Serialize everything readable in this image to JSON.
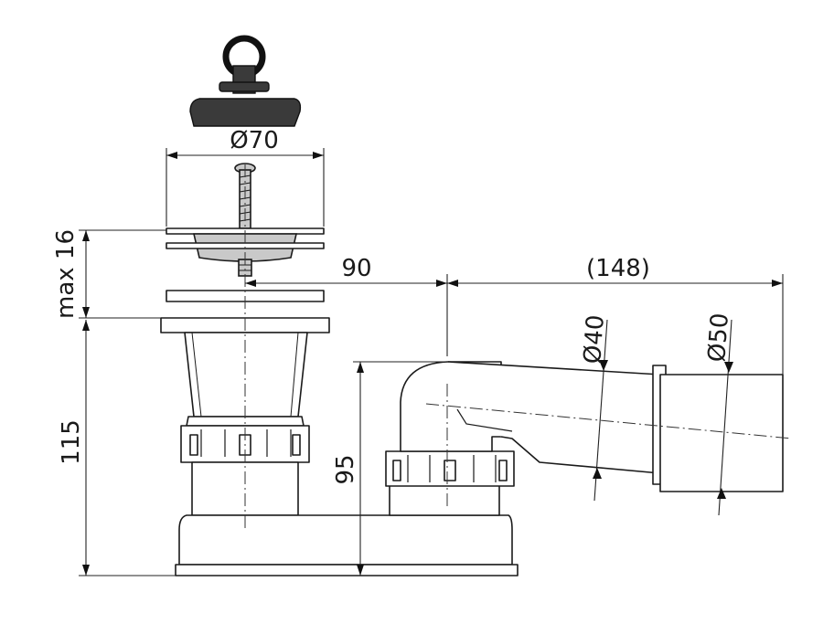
{
  "dimensions": {
    "stopper_diameter": "Ø70",
    "max_height": "max 16",
    "body_height": "115",
    "outlet_height": "95",
    "horizontal_offset": "90",
    "outlet_length": "(148)",
    "outlet_inner_diameter": "Ø40",
    "outlet_outer_diameter": "Ø50"
  }
}
